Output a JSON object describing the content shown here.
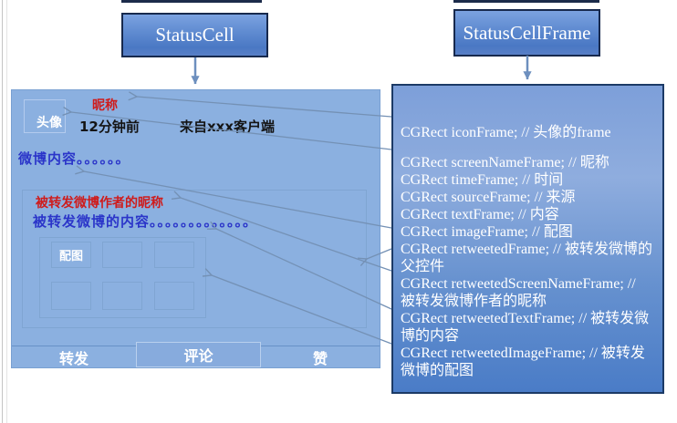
{
  "title_boxes": {
    "status_cell": "StatusCell",
    "status_cell_frame": "StatusCellFrame"
  },
  "cell": {
    "avatar_label": "头像",
    "nickname": "昵称",
    "time": "12分钟前",
    "source": "来自xxx客户端",
    "content": "微博内容。。。。。。",
    "retweeted": {
      "author_nickname": "被转发微博作者的昵称",
      "content": "被转发微博的内容。。。。。。。。。。。。。",
      "image_label": "配图"
    },
    "toolbar": {
      "repost": "转发",
      "comment": "评论",
      "like": "赞"
    }
  },
  "frame_box": {
    "lines": [
      "CGRect iconFrame; // 头像的frame",
      "CGRect screenNameFrame; // 昵称",
      "CGRect timeFrame; // 时间",
      "CGRect sourceFrame; // 来源",
      "CGRect textFrame; // 内容",
      "CGRect imageFrame; // 配图",
      "CGRect retweetedFrame; // 被转发微博的父控件",
      "CGRect retweetedScreenNameFrame; // 被转发微博作者的昵称",
      "CGRect retweetedTextFrame; // 被转发微博的内容",
      "CGRect retweetedImageFrame; // 被转发微博的配图"
    ]
  },
  "icons": {
    "down-arrow-icon": "↓",
    "pointer-arrow-icon": "←"
  },
  "colors": {
    "cell_background": "#8bb0e0",
    "title_box_top": "#7ba2e0",
    "title_box_bottom": "#4a78c4",
    "frame_box_top": "#a4bde8",
    "frame_box_bottom": "#4a7cc7",
    "box_border_dark": "#1c3a66",
    "inner_border_blue": "#7fa5d2",
    "nickname_red": "#cf1b1b",
    "content_blue": "#2b35c9",
    "arrow_gray_blue": "#7491b5",
    "text_white": "#ffffff",
    "text_black": "#141414"
  }
}
